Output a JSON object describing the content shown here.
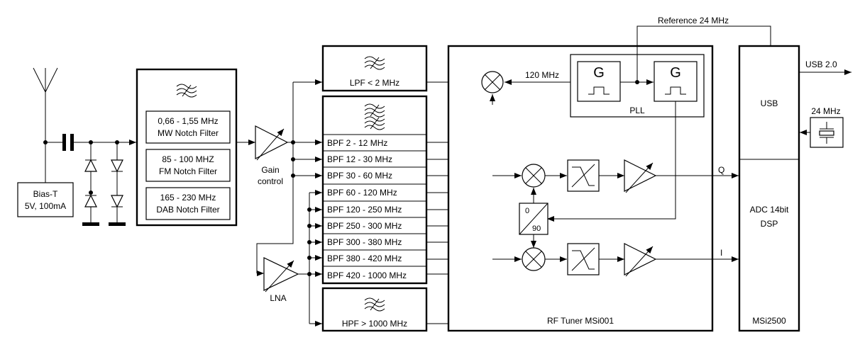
{
  "blocks": {
    "bias_t": [
      "Bias-T",
      "5V, 100mA"
    ],
    "mw_notch": [
      "0,66 - 1,55 MHz",
      "MW Notch Filter"
    ],
    "fm_notch": [
      "85 - 100 MHZ",
      "FM Notch Filter"
    ],
    "dab_notch": [
      "165 - 230 MHz",
      "DAB Notch Filter"
    ],
    "gain_control": [
      "Gain",
      "control"
    ],
    "lna": "LNA",
    "lpf": "LPF < 2 MHz",
    "hpf": "HPF > 1000 MHz",
    "bpf": [
      "BPF 2 - 12 MHz",
      "BPF 12 - 30 MHz",
      "BPF 30 - 60 MHz",
      "BPF 60 - 120 MHz",
      "BPF 120 - 250 MHz",
      "BPF 250 - 300 MHz",
      "BPF 300 - 380 MHz",
      "BPF 380 - 420 MHz",
      "BPF 420 - 1000 MHz"
    ],
    "tuner": "RF Tuner MSi001",
    "pll": "PLL",
    "g": "G",
    "lo_label": "120 MHz",
    "phase": [
      "0",
      "90"
    ],
    "q": "Q",
    "i": "I",
    "usb": "USB",
    "adc": [
      "ADC 14bit",
      "DSP"
    ],
    "msi2500": "MSi2500",
    "reference": "Reference 24 MHz",
    "usb_out": "USB 2.0",
    "crystal": "24 MHz"
  }
}
